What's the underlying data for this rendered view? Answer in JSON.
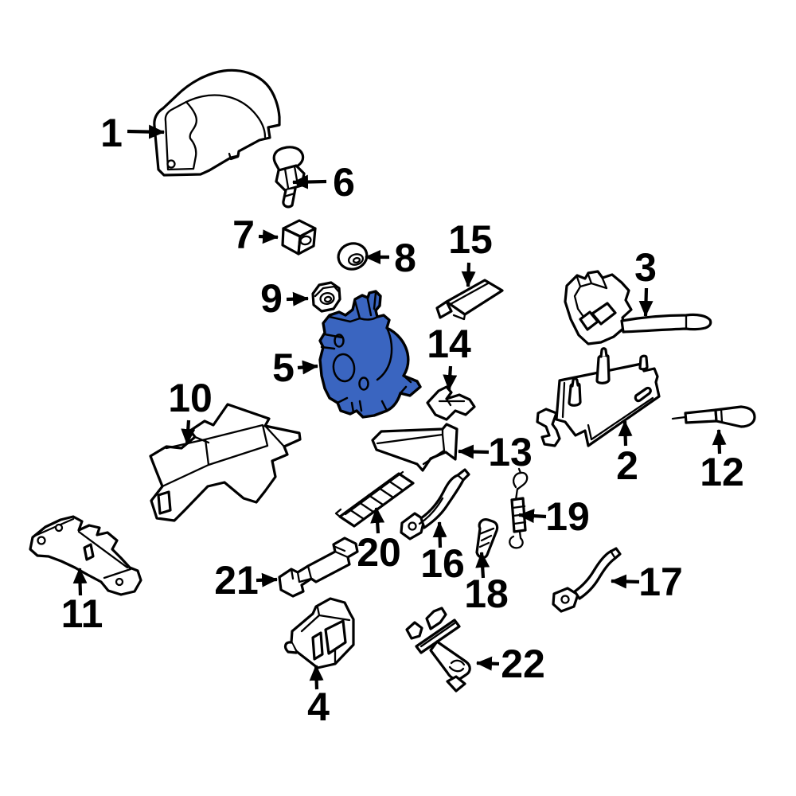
{
  "diagram": {
    "background_color": "#ffffff",
    "line_color": "#000000",
    "highlight_color": "#3a65c0",
    "highlighted_part_label": "5"
  },
  "parts": [
    {
      "label": "1"
    },
    {
      "label": "2"
    },
    {
      "label": "3"
    },
    {
      "label": "4"
    },
    {
      "label": "5"
    },
    {
      "label": "6"
    },
    {
      "label": "7"
    },
    {
      "label": "8"
    },
    {
      "label": "9"
    },
    {
      "label": "10"
    },
    {
      "label": "11"
    },
    {
      "label": "12"
    },
    {
      "label": "13"
    },
    {
      "label": "14"
    },
    {
      "label": "15"
    },
    {
      "label": "16"
    },
    {
      "label": "17"
    },
    {
      "label": "18"
    },
    {
      "label": "19"
    },
    {
      "label": "20"
    },
    {
      "label": "21"
    },
    {
      "label": "22"
    }
  ]
}
